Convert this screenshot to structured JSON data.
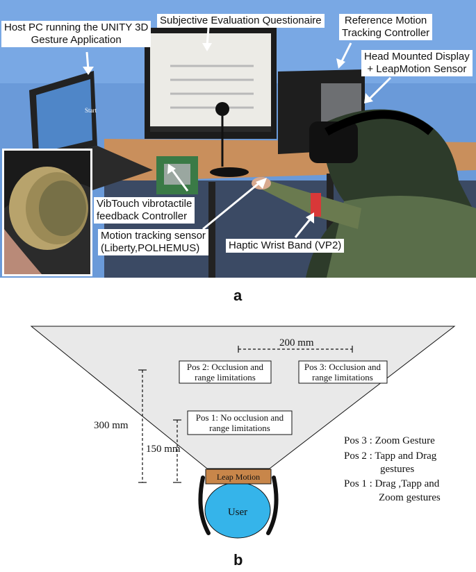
{
  "panel_a": {
    "letter": "a",
    "labels": {
      "host_pc": [
        "Host PC running the UNITY 3D",
        "Gesture Application"
      ],
      "questionnaire": "Subjective Evaluation Questionaire",
      "ref_controller": [
        "Reference Motion",
        "Tracking Controller"
      ],
      "hmd": [
        "Head Mounted Display",
        "+ LeapMotion Sensor"
      ],
      "vibtouch": [
        "VibTouch vibrotactile",
        "feedback Controller"
      ],
      "motion_sensor": [
        "Motion tracking sensor",
        "(Liberty,POLHEMUS)"
      ],
      "wrist_band": "Haptic Wrist Band (VP2)",
      "screen_start": "Start"
    }
  },
  "panel_b": {
    "letter": "b",
    "dist_200": "200 mm",
    "dist_300": "300 mm",
    "dist_150": "150 mm",
    "pos2": [
      "Pos 2: Occlusion and",
      "range limitations"
    ],
    "pos3": [
      "Pos 3: Occlusion and",
      "range limitations"
    ],
    "pos1": [
      "Pos 1: No occlusion and",
      "range limitations"
    ],
    "leap": "Leap Motion",
    "user": "User",
    "legend": [
      "Pos 3 : Zoom Gesture",
      "Pos 2 : Tapp and Drag",
      "gestures",
      "Pos 1 : Drag ,Tapp and",
      "Zoom gestures"
    ],
    "colors": {
      "field": "#e9e9e9",
      "leap": "#c8864a",
      "user": "#35b4ea"
    }
  }
}
